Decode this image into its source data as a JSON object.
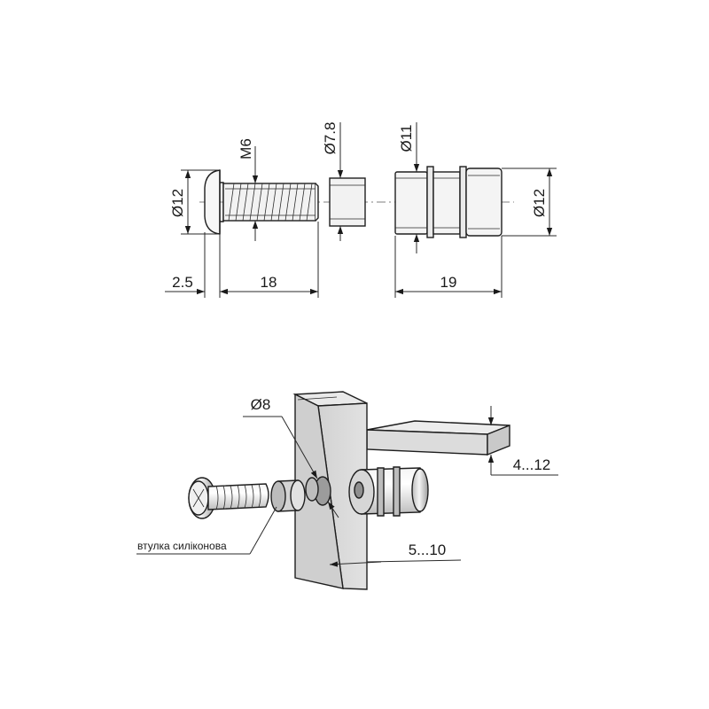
{
  "dimensions_top": {
    "head_diameter": "Ø12",
    "thread": "M6",
    "bushing_diameter": "Ø7.8",
    "sleeve_diameter": "Ø11",
    "cap_diameter": "Ø12",
    "head_length": "2.5",
    "screw_length": "18",
    "cap_length": "19"
  },
  "dimensions_bottom": {
    "hole_diameter": "Ø8",
    "thickness_range": "4...12",
    "offset_range": "5...10",
    "bushing_label": "втулка силіконова"
  },
  "colors": {
    "line": "#1e1e1e",
    "glass_fill": "#d9d9d9",
    "metal_fill": "#e6e6e6",
    "bushing_fill": "#cfcfcf"
  }
}
